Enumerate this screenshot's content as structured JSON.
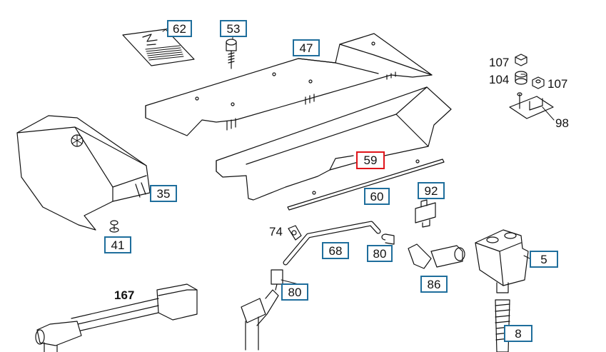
{
  "diagram": {
    "selected_part": "59",
    "colors": {
      "callout_border": "#1f6e9c",
      "selected_border": "#e0151b",
      "line": "#111111"
    },
    "callouts": {
      "p62": "62",
      "p53": "53",
      "p47": "47",
      "p59": "59",
      "p60": "60",
      "p92": "92",
      "p35": "35",
      "p41": "41",
      "p68": "68",
      "p80a": "80",
      "p80b": "80",
      "p86": "86",
      "p5": "5",
      "p8": "8"
    },
    "plain_labels": {
      "p107a": "107",
      "p104": "104",
      "p107b": "107",
      "p98": "98",
      "p74": "74",
      "p167": "167"
    }
  }
}
